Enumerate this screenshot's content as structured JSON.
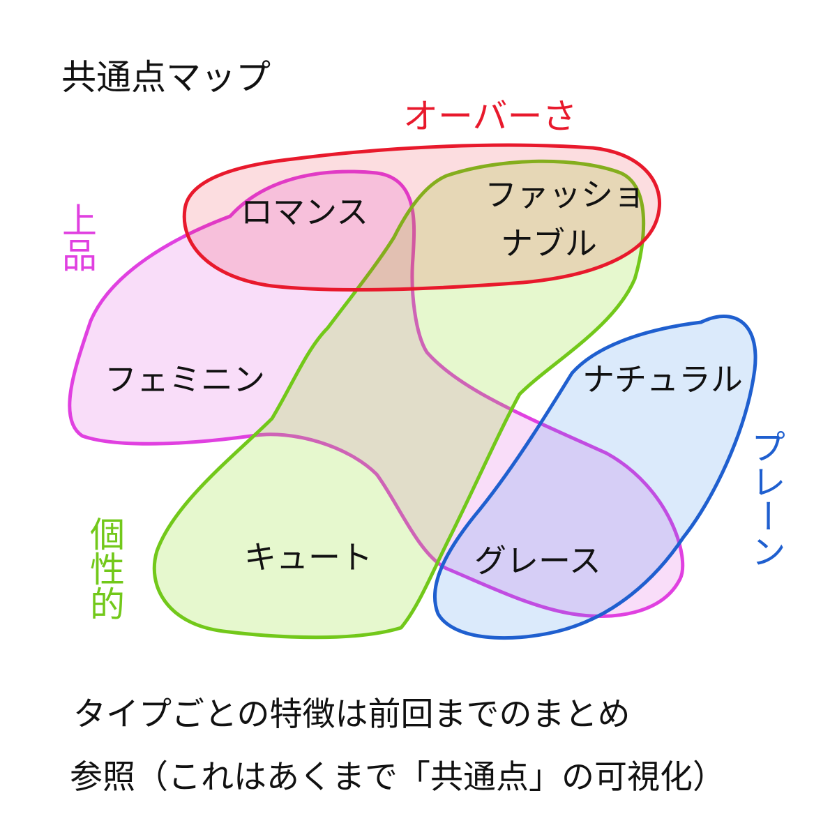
{
  "title": "共通点マップ",
  "axis_labels": {
    "over": "オーバーさ",
    "elegant": "上品",
    "plain": "プレーン",
    "individual": "個性的"
  },
  "types": {
    "romance": "ロマンス",
    "fashionable_line1": "ファッショ",
    "fashionable_line2": "ナブル",
    "feminine": "フェミニン",
    "natural": "ナチュラル",
    "cute": "キュート",
    "grace": "グレース"
  },
  "note": {
    "line1": "タイプごとの特徴は前回までのまとめ",
    "line2": "参照（これはあくまで「共通点」の可視化）"
  },
  "colors": {
    "over": "#e8192c",
    "elegant": "#e040e0",
    "plain": "#1f5fcf",
    "individual": "#72c81a",
    "text": "#111111"
  }
}
